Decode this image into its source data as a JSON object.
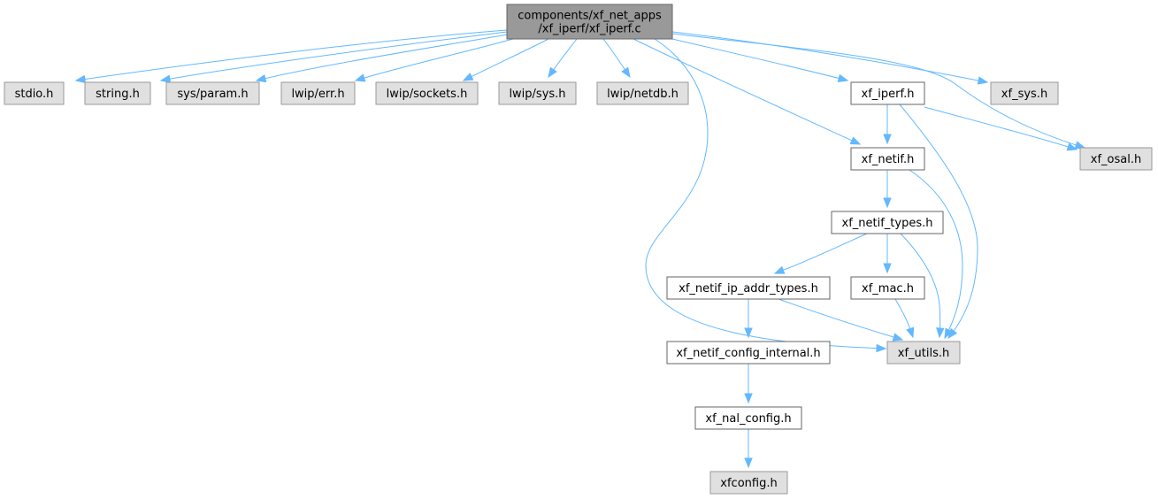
{
  "diagram": {
    "colors": {
      "edge": "#63b8ff",
      "root_fill": "#999999",
      "file_fill": "#ffffff",
      "external_fill": "#e0e0e0",
      "border_dark": "#666666",
      "border_light": "#999999"
    },
    "nodes": [
      {
        "id": "root",
        "kind": "root",
        "lines": [
          "components/xf_net_apps",
          "/xf_iperf/xf_iperf.c"
        ]
      },
      {
        "id": "stdio",
        "kind": "external",
        "lines": [
          "stdio.h"
        ]
      },
      {
        "id": "string",
        "kind": "external",
        "lines": [
          "string.h"
        ]
      },
      {
        "id": "sysparam",
        "kind": "external",
        "lines": [
          "sys/param.h"
        ]
      },
      {
        "id": "lwiperr",
        "kind": "external",
        "lines": [
          "lwip/err.h"
        ]
      },
      {
        "id": "lwipsockets",
        "kind": "external",
        "lines": [
          "lwip/sockets.h"
        ]
      },
      {
        "id": "lwipsys",
        "kind": "external",
        "lines": [
          "lwip/sys.h"
        ]
      },
      {
        "id": "lwipnetdb",
        "kind": "external",
        "lines": [
          "lwip/netdb.h"
        ]
      },
      {
        "id": "xfiperf",
        "kind": "file",
        "lines": [
          "xf_iperf.h"
        ]
      },
      {
        "id": "xfsys",
        "kind": "external",
        "lines": [
          "xf_sys.h"
        ]
      },
      {
        "id": "xfosal",
        "kind": "external",
        "lines": [
          "xf_osal.h"
        ]
      },
      {
        "id": "xfnetif",
        "kind": "file",
        "lines": [
          "xf_netif.h"
        ]
      },
      {
        "id": "xfnetiftypes",
        "kind": "file",
        "lines": [
          "xf_netif_types.h"
        ]
      },
      {
        "id": "xfnetifipaddr",
        "kind": "file",
        "lines": [
          "xf_netif_ip_addr_types.h"
        ]
      },
      {
        "id": "xfmac",
        "kind": "file",
        "lines": [
          "xf_mac.h"
        ]
      },
      {
        "id": "xfnetifconfig",
        "kind": "file",
        "lines": [
          "xf_netif_config_internal.h"
        ]
      },
      {
        "id": "xfutils",
        "kind": "external",
        "lines": [
          "xf_utils.h"
        ]
      },
      {
        "id": "xfnalconfig",
        "kind": "file",
        "lines": [
          "xf_nal_config.h"
        ]
      },
      {
        "id": "xfconfig",
        "kind": "external",
        "lines": [
          "xfconfig.h"
        ]
      }
    ],
    "edges": [
      {
        "from": "root",
        "to": "stdio"
      },
      {
        "from": "root",
        "to": "string"
      },
      {
        "from": "root",
        "to": "sysparam"
      },
      {
        "from": "root",
        "to": "lwiperr"
      },
      {
        "from": "root",
        "to": "lwipsockets"
      },
      {
        "from": "root",
        "to": "lwipsys"
      },
      {
        "from": "root",
        "to": "lwipnetdb"
      },
      {
        "from": "root",
        "to": "xfiperf"
      },
      {
        "from": "root",
        "to": "xfnetif"
      },
      {
        "from": "root",
        "to": "xfsys"
      },
      {
        "from": "root",
        "to": "xfosal"
      },
      {
        "from": "root",
        "to": "xfutils"
      },
      {
        "from": "xfiperf",
        "to": "xfnetif"
      },
      {
        "from": "xfiperf",
        "to": "xfosal"
      },
      {
        "from": "xfiperf",
        "to": "xfutils"
      },
      {
        "from": "xfnetif",
        "to": "xfnetiftypes"
      },
      {
        "from": "xfnetif",
        "to": "xfutils"
      },
      {
        "from": "xfnetiftypes",
        "to": "xfnetifipaddr"
      },
      {
        "from": "xfnetiftypes",
        "to": "xfmac"
      },
      {
        "from": "xfnetiftypes",
        "to": "xfutils"
      },
      {
        "from": "xfnetifipaddr",
        "to": "xfnetifconfig"
      },
      {
        "from": "xfnetifipaddr",
        "to": "xfutils"
      },
      {
        "from": "xfmac",
        "to": "xfutils"
      },
      {
        "from": "xfnetifconfig",
        "to": "xfnalconfig"
      },
      {
        "from": "xfnalconfig",
        "to": "xfconfig"
      }
    ]
  }
}
